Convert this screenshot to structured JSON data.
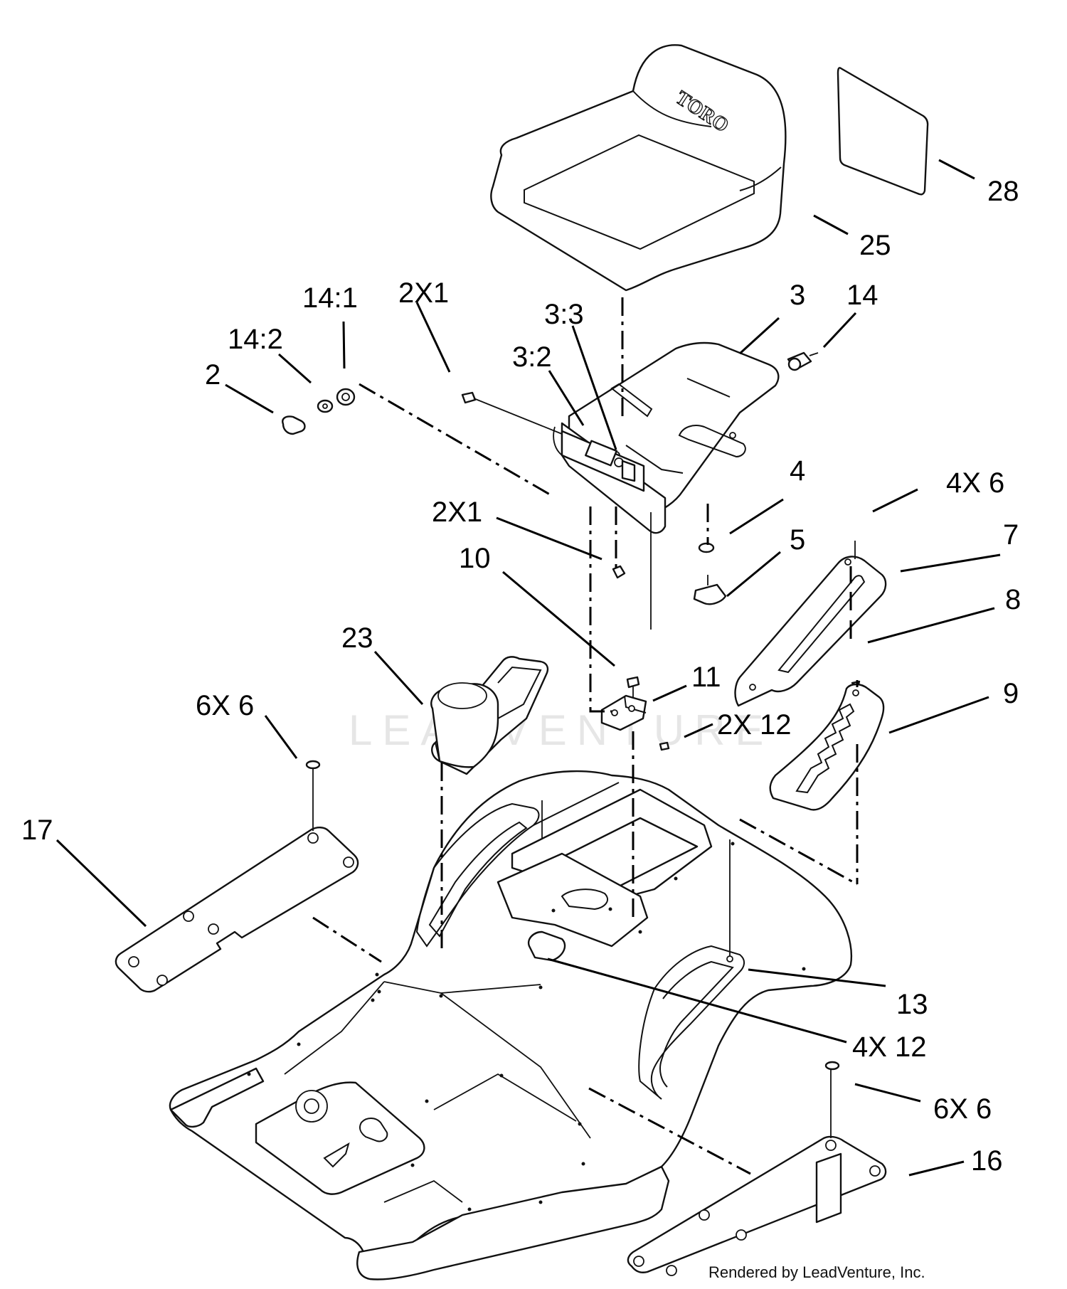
{
  "brand": "TORO",
  "watermark": "LEADVENTURE",
  "credit": "Rendered by LeadVenture, Inc.",
  "callouts": {
    "c28": "28",
    "c25": "25",
    "c3": "3",
    "c14": "14",
    "c14_1": "14:1",
    "c2x1_top": "2X1",
    "c3_3": "3:3",
    "c14_2": "14:2",
    "c3_2": "3:2",
    "c2": "2",
    "c4x6": "4X 6",
    "c4": "4",
    "c2x1_mid": "2X1",
    "c7": "7",
    "c5": "5",
    "c10": "10",
    "c8": "8",
    "c23": "23",
    "c11": "11",
    "c9": "9",
    "c6x6_left": "6X 6",
    "c2x12": "2X 12",
    "c17": "17",
    "c13": "13",
    "c4x12": "4X 12",
    "c6x6_right": "6X 6",
    "c16": "16"
  }
}
